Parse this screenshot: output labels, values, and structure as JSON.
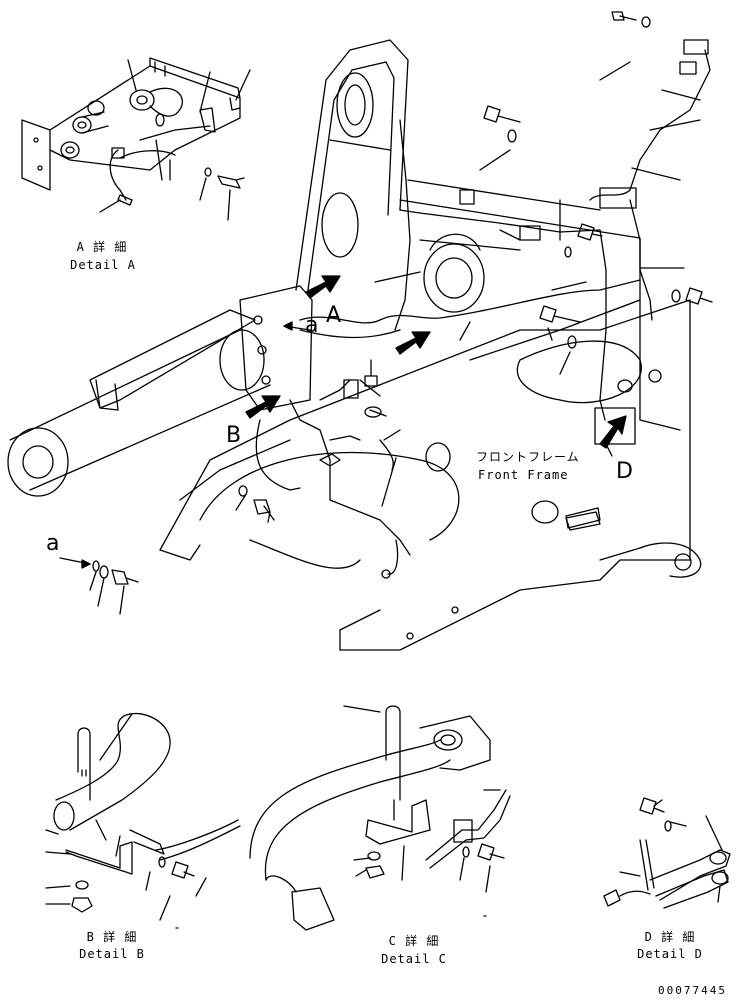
{
  "details": {
    "a": {
      "jp": "A 詳 細",
      "en": "Detail A"
    },
    "b": {
      "jp": "B 詳 細",
      "en": "Detail B"
    },
    "c": {
      "jp": "C 詳 細",
      "en": "Detail C"
    },
    "d": {
      "jp": "D 詳 細",
      "en": "Detail D"
    }
  },
  "frame_label": {
    "jp": "フロントフレーム",
    "en": "Front Frame"
  },
  "markers": {
    "A": "A",
    "B": "B",
    "D": "D",
    "a_view": "a",
    "a_lower": "a"
  },
  "drawing_number": "00077445",
  "colors": {
    "ink": "#000000",
    "paper": "#ffffff"
  }
}
